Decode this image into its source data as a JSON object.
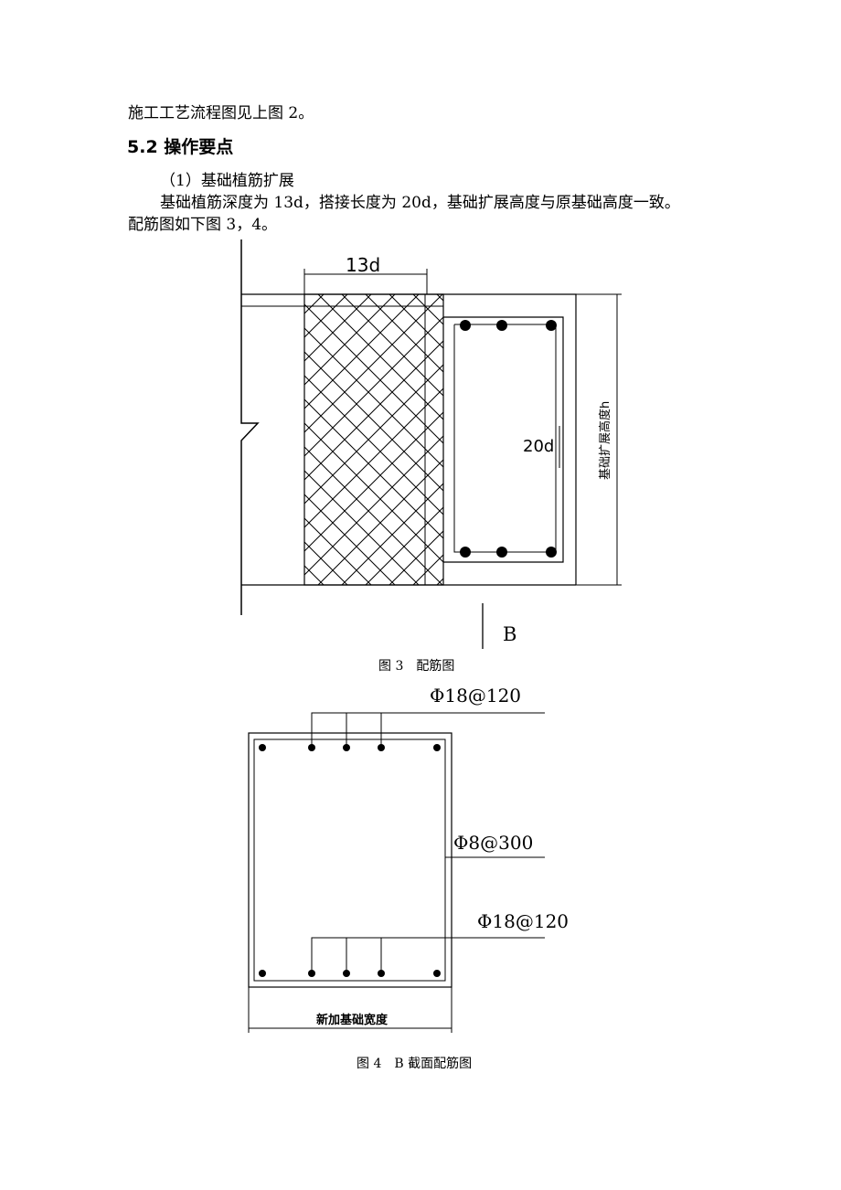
{
  "text": {
    "line1": "施工工艺流程图见上图 2。",
    "heading": "5.2 操作要点",
    "item1": "（1）基础植筋扩展",
    "body1": "基础植筋深度为 13d，搭接长度为 20d，基础扩展高度与原基础高度一致。",
    "body2": "配筋图如下图 3，4。"
  },
  "figure3": {
    "dim_top": "13d",
    "dim_lap": "20d",
    "dim_height": "基础扩展高度h",
    "section_mark": "B",
    "caption": "图 3　配筋图"
  },
  "figure4": {
    "top_rebar": "Φ18@120",
    "stirrup": "Φ8@300",
    "bottom_rebar": "Φ18@120",
    "width_label": "新加基础宽度",
    "caption": "图 4　B 截面配筋图"
  }
}
